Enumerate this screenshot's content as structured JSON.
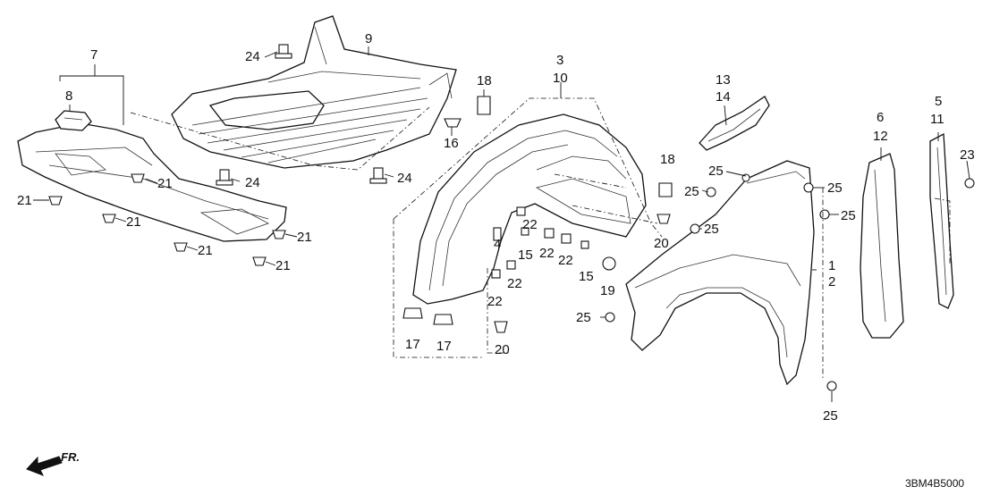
{
  "diagram": {
    "part_code": "3BM4B5000",
    "direction_label": "FR.",
    "callouts": [
      {
        "id": "c1",
        "text": "1"
      },
      {
        "id": "c2",
        "text": "2"
      },
      {
        "id": "c3",
        "text": "3"
      },
      {
        "id": "c4",
        "text": "4"
      },
      {
        "id": "c5",
        "text": "5"
      },
      {
        "id": "c6",
        "text": "6"
      },
      {
        "id": "c7",
        "text": "7"
      },
      {
        "id": "c8",
        "text": "8"
      },
      {
        "id": "c9",
        "text": "9"
      },
      {
        "id": "c10",
        "text": "10"
      },
      {
        "id": "c11",
        "text": "11"
      },
      {
        "id": "c12",
        "text": "12"
      },
      {
        "id": "c13",
        "text": "13"
      },
      {
        "id": "c14",
        "text": "14"
      },
      {
        "id": "c15a",
        "text": "15"
      },
      {
        "id": "c15b",
        "text": "15"
      },
      {
        "id": "c16",
        "text": "16"
      },
      {
        "id": "c17a",
        "text": "17"
      },
      {
        "id": "c17b",
        "text": "17"
      },
      {
        "id": "c18a",
        "text": "18"
      },
      {
        "id": "c18b",
        "text": "18"
      },
      {
        "id": "c19",
        "text": "19"
      },
      {
        "id": "c20a",
        "text": "20"
      },
      {
        "id": "c20b",
        "text": "20"
      },
      {
        "id": "c21a",
        "text": "21"
      },
      {
        "id": "c21b",
        "text": "21"
      },
      {
        "id": "c21c",
        "text": "21"
      },
      {
        "id": "c21d",
        "text": "21"
      },
      {
        "id": "c21e",
        "text": "21"
      },
      {
        "id": "c21f",
        "text": "21"
      },
      {
        "id": "c22a",
        "text": "22"
      },
      {
        "id": "c22b",
        "text": "22"
      },
      {
        "id": "c22c",
        "text": "22"
      },
      {
        "id": "c22d",
        "text": "22"
      },
      {
        "id": "c22e",
        "text": "22"
      },
      {
        "id": "c23",
        "text": "23"
      },
      {
        "id": "c24a",
        "text": "24"
      },
      {
        "id": "c24b",
        "text": "24"
      },
      {
        "id": "c24c",
        "text": "24"
      },
      {
        "id": "c25a",
        "text": "25"
      },
      {
        "id": "c25b",
        "text": "25"
      },
      {
        "id": "c25c",
        "text": "25"
      },
      {
        "id": "c25d",
        "text": "25"
      },
      {
        "id": "c25e",
        "text": "25"
      },
      {
        "id": "c25f",
        "text": "25"
      },
      {
        "id": "c25g",
        "text": "25"
      }
    ]
  }
}
